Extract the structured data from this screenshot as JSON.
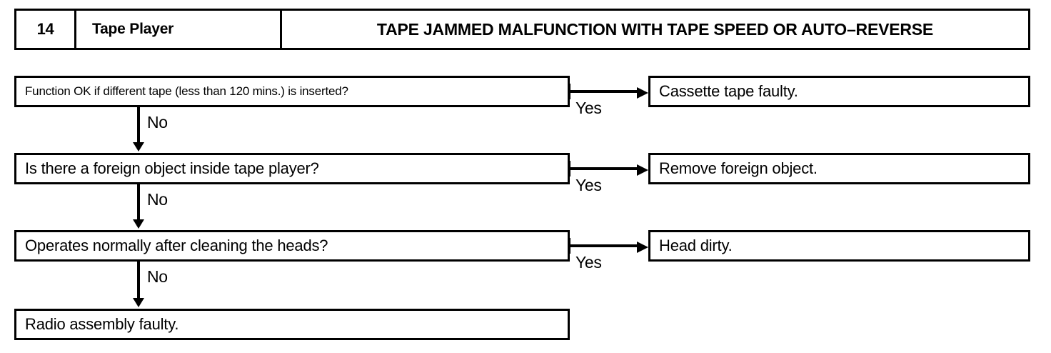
{
  "header": {
    "number": "14",
    "system": "Tape Player",
    "title": "TAPE JAMMED MALFUNCTION WITH TAPE SPEED OR AUTO–REVERSE"
  },
  "flow": {
    "questions": [
      {
        "text": "Function OK if different tape (less than 120 mins.) is inserted?"
      },
      {
        "text": "Is there a foreign object inside tape player?"
      },
      {
        "text": "Operates normally after cleaning the heads?"
      }
    ],
    "answers": [
      {
        "text": "Cassette tape faulty."
      },
      {
        "text": "Remove foreign object."
      },
      {
        "text": "Head dirty."
      }
    ],
    "final": {
      "text": "Radio assembly faulty."
    },
    "labels": {
      "yes": "Yes",
      "no": "No"
    }
  },
  "colors": {
    "line": "#000000",
    "background": "#ffffff"
  }
}
